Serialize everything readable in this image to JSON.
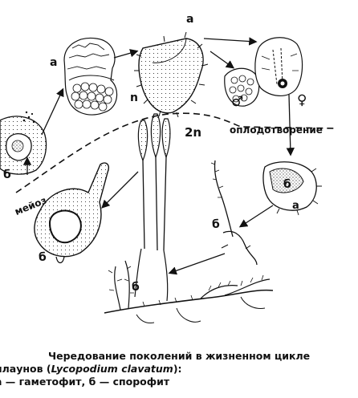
{
  "labels": {
    "a": "а",
    "b": "б",
    "n": "n",
    "two_n": "2n",
    "male": "♂",
    "female": "♀",
    "fertilization": "оплодотворение",
    "meiosis": "мейоз"
  },
  "caption": {
    "line1": "Чередование поколений в жизненном цикле",
    "line2_prefix": "плаунов (",
    "line2_species": "Lycopodium clavatum",
    "line2_suffix": "):",
    "line3": "а — гаметофит, б — спорофит"
  },
  "colors": {
    "ink": "#111111",
    "paper": "#ffffff"
  }
}
